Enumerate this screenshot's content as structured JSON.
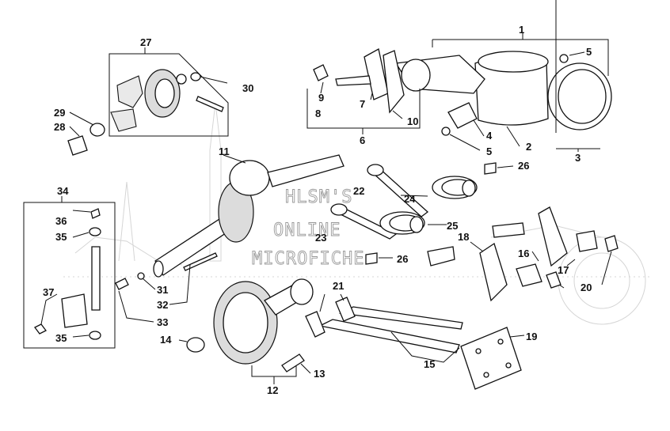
{
  "callouts": {
    "n1": "1",
    "n2": "2",
    "n3": "3",
    "n4": "4",
    "n5a": "5",
    "n5b": "5",
    "n6": "6",
    "n7": "7",
    "n8": "8",
    "n9": "9",
    "n10": "10",
    "n11": "11",
    "n12": "12",
    "n13": "13",
    "n14": "14",
    "n15": "15",
    "n16": "16",
    "n17": "17",
    "n18": "18",
    "n19": "19",
    "n20": "20",
    "n21": "21",
    "n22": "22",
    "n23": "23",
    "n24": "24",
    "n25": "25",
    "n26a": "26",
    "n26b": "26",
    "n27": "27",
    "n28": "28",
    "n29": "29",
    "n30": "30",
    "n31": "31",
    "n32": "32",
    "n33": "33",
    "n34": "34",
    "n35a": "35",
    "n35b": "35",
    "n36": "36",
    "n37": "37"
  },
  "watermark": {
    "line1": "HLSM'S",
    "line2": "ONLINE",
    "line3": "MICROFICHE"
  }
}
